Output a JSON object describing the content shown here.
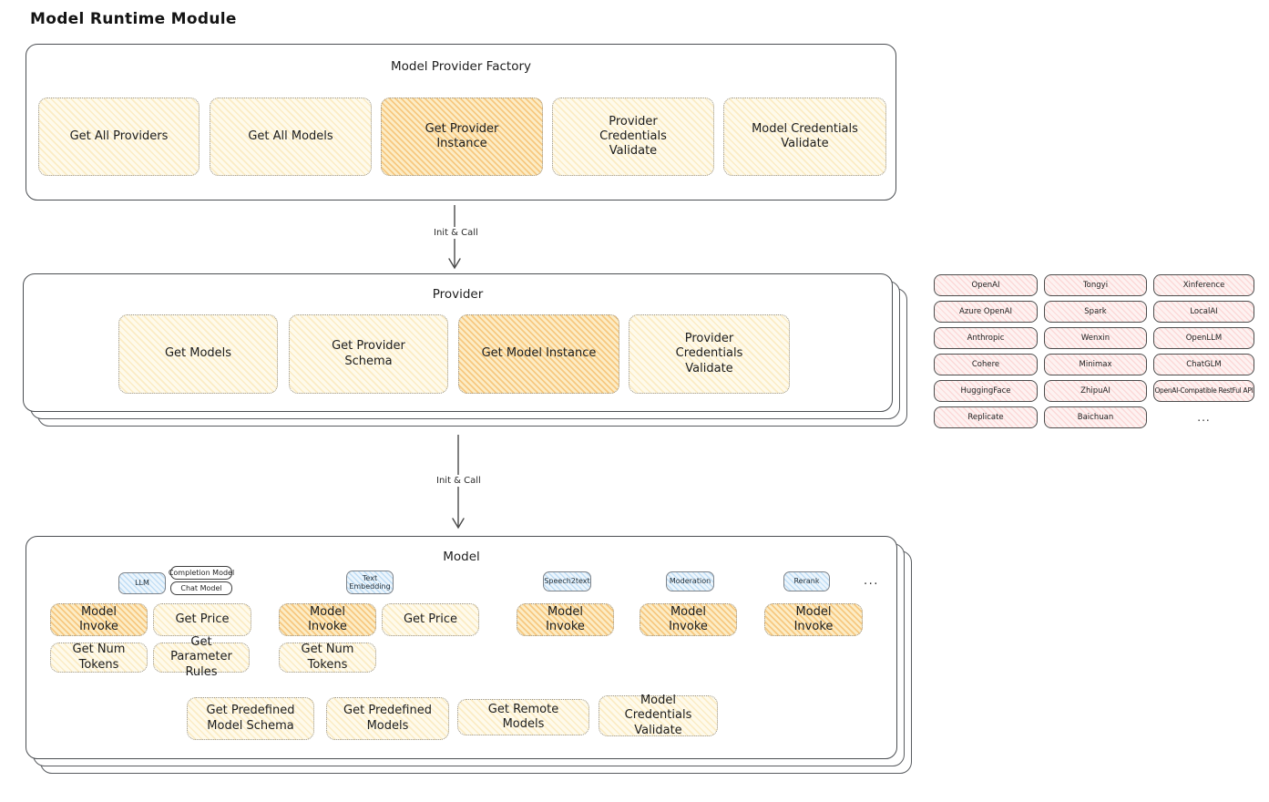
{
  "diagram_title": "Model Runtime Module",
  "arrows": {
    "init_call_1": "Init & Call",
    "init_call_2": "Init & Call"
  },
  "factory": {
    "title": "Model Provider Factory",
    "buttons": [
      {
        "label": "Get All Providers",
        "highlight": false
      },
      {
        "label": "Get All Models",
        "highlight": false
      },
      {
        "label": "Get Provider Instance",
        "highlight": true
      },
      {
        "label": "Provider Credentials Validate",
        "highlight": false
      },
      {
        "label": "Model Credentials Validate",
        "highlight": false
      }
    ]
  },
  "provider": {
    "title": "Provider",
    "buttons": [
      {
        "label": "Get Models",
        "highlight": false
      },
      {
        "label": "Get Provider Schema",
        "highlight": false
      },
      {
        "label": "Get Model Instance",
        "highlight": true
      },
      {
        "label": "Provider Credentials Validate",
        "highlight": false
      }
    ]
  },
  "providers_list": {
    "col1": [
      "OpenAI",
      "Azure OpenAI",
      "Anthropic",
      "Cohere",
      "HuggingFace",
      "Replicate"
    ],
    "col2": [
      "Tongyi",
      "Spark",
      "Wenxin",
      "Minimax",
      "ZhipuAI",
      "Baichuan"
    ],
    "col3": [
      "Xinference",
      "LocalAI",
      "OpenLLM",
      "ChatGLM",
      "OpenAI-Compatible RestFul API"
    ],
    "more": "..."
  },
  "model": {
    "title": "Model",
    "tags": {
      "llm": "LLM",
      "completion_model": "Completion Model",
      "chat_model": "Chat Model",
      "text_embedding": "Text Embedding",
      "speech2text": "Speech2text",
      "moderation": "Moderation",
      "rerank": "Rerank",
      "more": "..."
    },
    "llm_group": {
      "model_invoke": "Model Invoke",
      "get_price": "Get Price",
      "get_num_tokens": "Get Num Tokens",
      "get_parameter_rules": "Get Parameter Rules"
    },
    "text_embedding_group": {
      "model_invoke": "Model Invoke",
      "get_price": "Get Price",
      "get_num_tokens": "Get Num Tokens"
    },
    "speech2text_group": {
      "model_invoke": "Model Invoke"
    },
    "moderation_group": {
      "model_invoke": "Model Invoke"
    },
    "rerank_group": {
      "model_invoke": "Model Invoke"
    },
    "common_buttons": [
      {
        "label": "Get Predefined Model Schema"
      },
      {
        "label": "Get Predefined Models"
      },
      {
        "label": "Get Remote Models"
      },
      {
        "label": "Model Credentials Validate"
      }
    ]
  },
  "colors": {
    "accent_orange": "#f2a233",
    "fill_yellow": "#fefaeb",
    "fill_pink": "#fdf2f1",
    "fill_blue": "#ecf5fc",
    "stroke_dark": "#4b4e52"
  }
}
